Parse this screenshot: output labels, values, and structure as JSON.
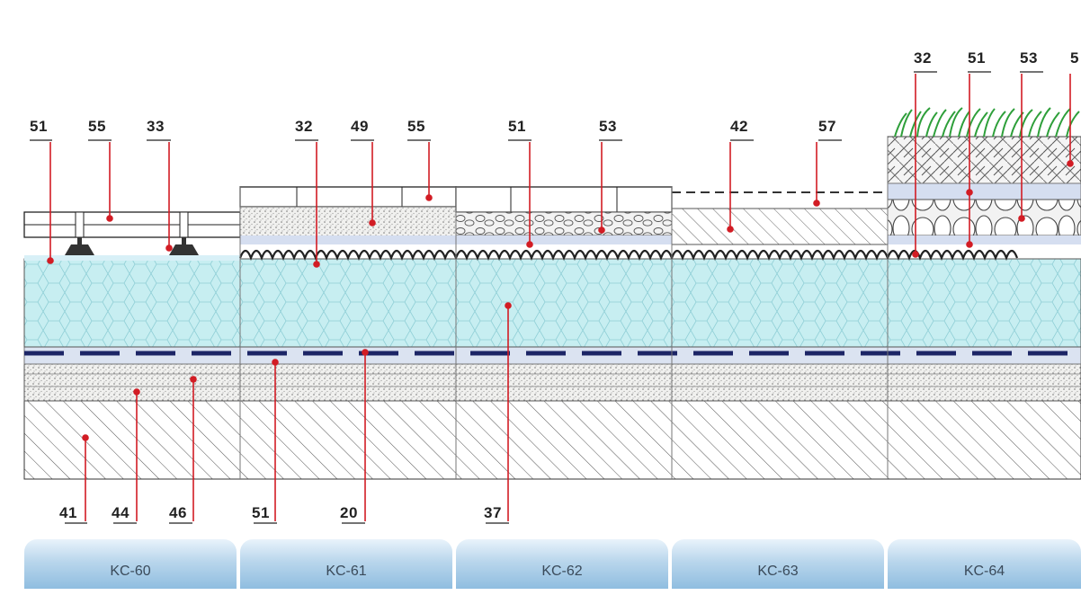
{
  "top_callouts": [
    "51",
    "55",
    "33",
    "32",
    "49",
    "55",
    "51",
    "53",
    "42",
    "57",
    "32",
    "51",
    "53",
    "5"
  ],
  "bottom_callouts": [
    "41",
    "44",
    "46",
    "51",
    "20",
    "37"
  ],
  "sections": [
    "KC-60",
    "KC-61",
    "KC-62",
    "KC-63",
    "KC-64"
  ],
  "colors": {
    "insulation": "#c7eef1",
    "membrane": "#1c2566",
    "leader": "#d21c24",
    "grass": "#2e9f3a",
    "tab": "#a9cbe6"
  }
}
